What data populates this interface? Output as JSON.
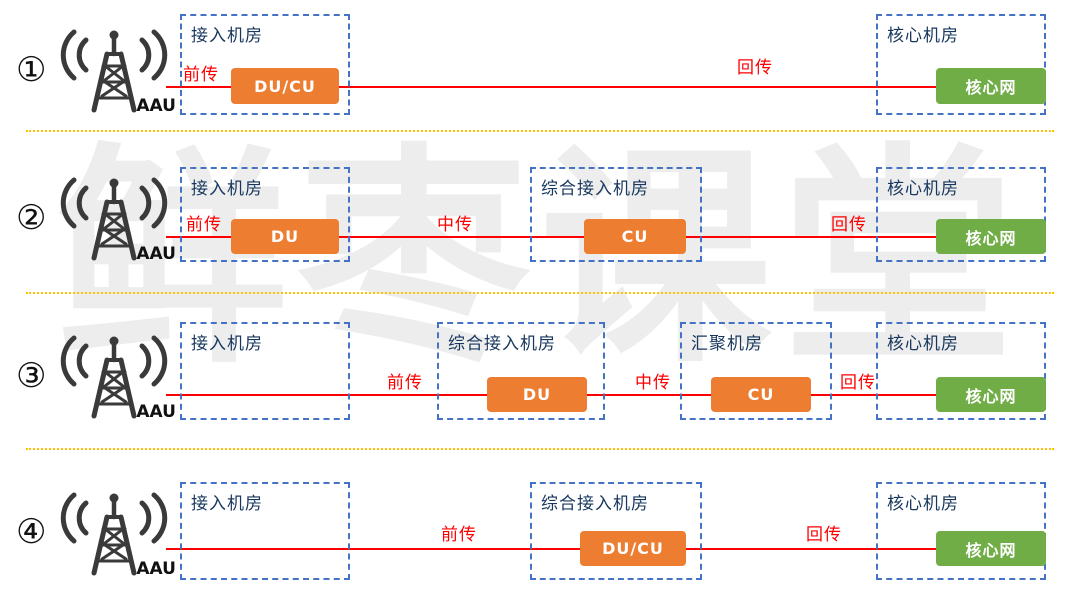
{
  "watermark": "鲜枣课堂",
  "colors": {
    "room_border": "#4472C4",
    "room_label_text": "#17375E",
    "function_node": "#ED7D31",
    "core_node": "#70AD47",
    "link_line": "#FF0000",
    "divider": "#FFC000"
  },
  "rows": [
    {
      "number": "①",
      "station_label": "AAU",
      "rooms": [
        {
          "label": "接入机房"
        },
        {
          "label": "核心机房"
        }
      ],
      "nodes": [
        {
          "label": "DU/CU"
        },
        {
          "label": "核心网"
        }
      ],
      "links": [
        {
          "label": "前传"
        },
        {
          "label": "回传"
        }
      ]
    },
    {
      "number": "②",
      "station_label": "AAU",
      "rooms": [
        {
          "label": "接入机房"
        },
        {
          "label": "综合接入机房"
        },
        {
          "label": "核心机房"
        }
      ],
      "nodes": [
        {
          "label": "DU"
        },
        {
          "label": "CU"
        },
        {
          "label": "核心网"
        }
      ],
      "links": [
        {
          "label": "前传"
        },
        {
          "label": "中传"
        },
        {
          "label": "回传"
        }
      ]
    },
    {
      "number": "③",
      "station_label": "AAU",
      "rooms": [
        {
          "label": "接入机房"
        },
        {
          "label": "综合接入机房"
        },
        {
          "label": "汇聚机房"
        },
        {
          "label": "核心机房"
        }
      ],
      "nodes": [
        {
          "label": "DU"
        },
        {
          "label": "CU"
        },
        {
          "label": "核心网"
        }
      ],
      "links": [
        {
          "label": "前传"
        },
        {
          "label": "中传"
        },
        {
          "label": "回传"
        }
      ]
    },
    {
      "number": "④",
      "station_label": "AAU",
      "rooms": [
        {
          "label": "接入机房"
        },
        {
          "label": "综合接入机房"
        },
        {
          "label": "核心机房"
        }
      ],
      "nodes": [
        {
          "label": "DU/CU"
        },
        {
          "label": "核心网"
        }
      ],
      "links": [
        {
          "label": "前传"
        },
        {
          "label": "回传"
        }
      ]
    }
  ]
}
